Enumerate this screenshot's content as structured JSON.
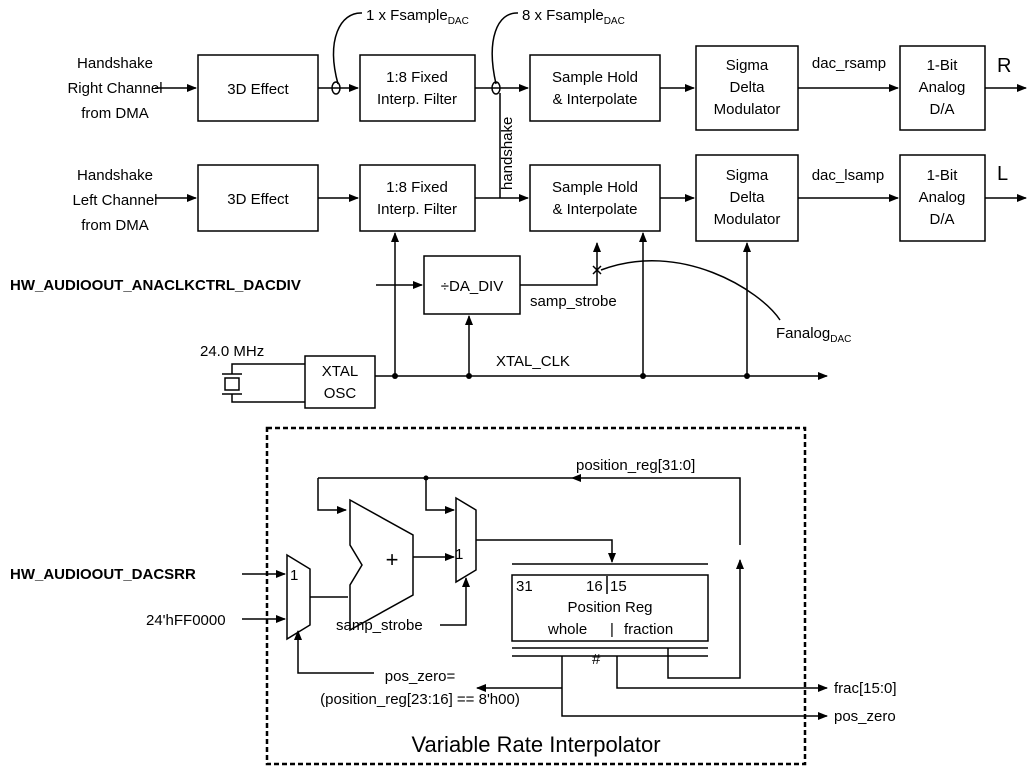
{
  "top": {
    "inputs": {
      "right": [
        "Handshake",
        "Right Channel",
        "from DMA"
      ],
      "left": [
        "Handshake",
        "Left Channel",
        "from DMA"
      ]
    },
    "blocks": {
      "effect_r": "3D Effect",
      "effect_l": "3D Effect",
      "interp_r": [
        "1:8 Fixed",
        "Interp. Filter"
      ],
      "interp_l": [
        "1:8 Fixed",
        "Interp. Filter"
      ],
      "sh_r": [
        "Sample Hold",
        "& Interpolate"
      ],
      "sh_l": [
        "Sample Hold",
        "& Interpolate"
      ],
      "sdm_r": [
        "Sigma",
        "Delta",
        "Modulator"
      ],
      "sdm_l": [
        "Sigma",
        "Delta",
        "Modulator"
      ],
      "da_r": [
        "1-Bit",
        "Analog",
        "D/A"
      ],
      "da_l": [
        "1-Bit",
        "Analog",
        "D/A"
      ],
      "divider": "÷DA_DIV",
      "xtal": [
        "XTAL",
        "OSC"
      ]
    },
    "labels": {
      "fsample1_main": "1 x Fsample",
      "fsample1_sub": "DAC",
      "fsample8_main": "8 x Fsample",
      "fsample8_sub": "DAC",
      "handshake": "handshake",
      "dac_rsamp": "dac_rsamp",
      "dac_lsamp": "dac_lsamp",
      "out_r": "R",
      "out_l": "L",
      "dacdiv_reg": "HW_AUDIOOUT_ANACLKCTRL_DACDIV",
      "samp_strobe": "samp_strobe",
      "fanalog_main": "Fanalog",
      "fanalog_sub": "DAC",
      "freq": "24.0 MHz",
      "xtal_clk": "XTAL_CLK"
    }
  },
  "interpolator": {
    "title": "Variable Rate Interpolator",
    "dacsrr": "HW_AUDIOOUT_DACSRR",
    "const": "24'hFF0000",
    "position_reg_bus": "position_reg[31:0]",
    "mux_one_a": "1",
    "mux_one_b": "1",
    "plus": "+",
    "samp_strobe": "samp_strobe",
    "reg_bit31": "31",
    "reg_bit16": "16",
    "reg_bit15": "15",
    "reg_name": "Position Reg",
    "reg_whole": "whole",
    "reg_sep": "|",
    "reg_fraction": "fraction",
    "hash": "#",
    "pos_zero_eq": "pos_zero=",
    "pos_zero_expr": "(position_reg[23:16] == 8'h00)",
    "frac_out": "frac[15:0]",
    "pos_zero_out": "pos_zero"
  }
}
